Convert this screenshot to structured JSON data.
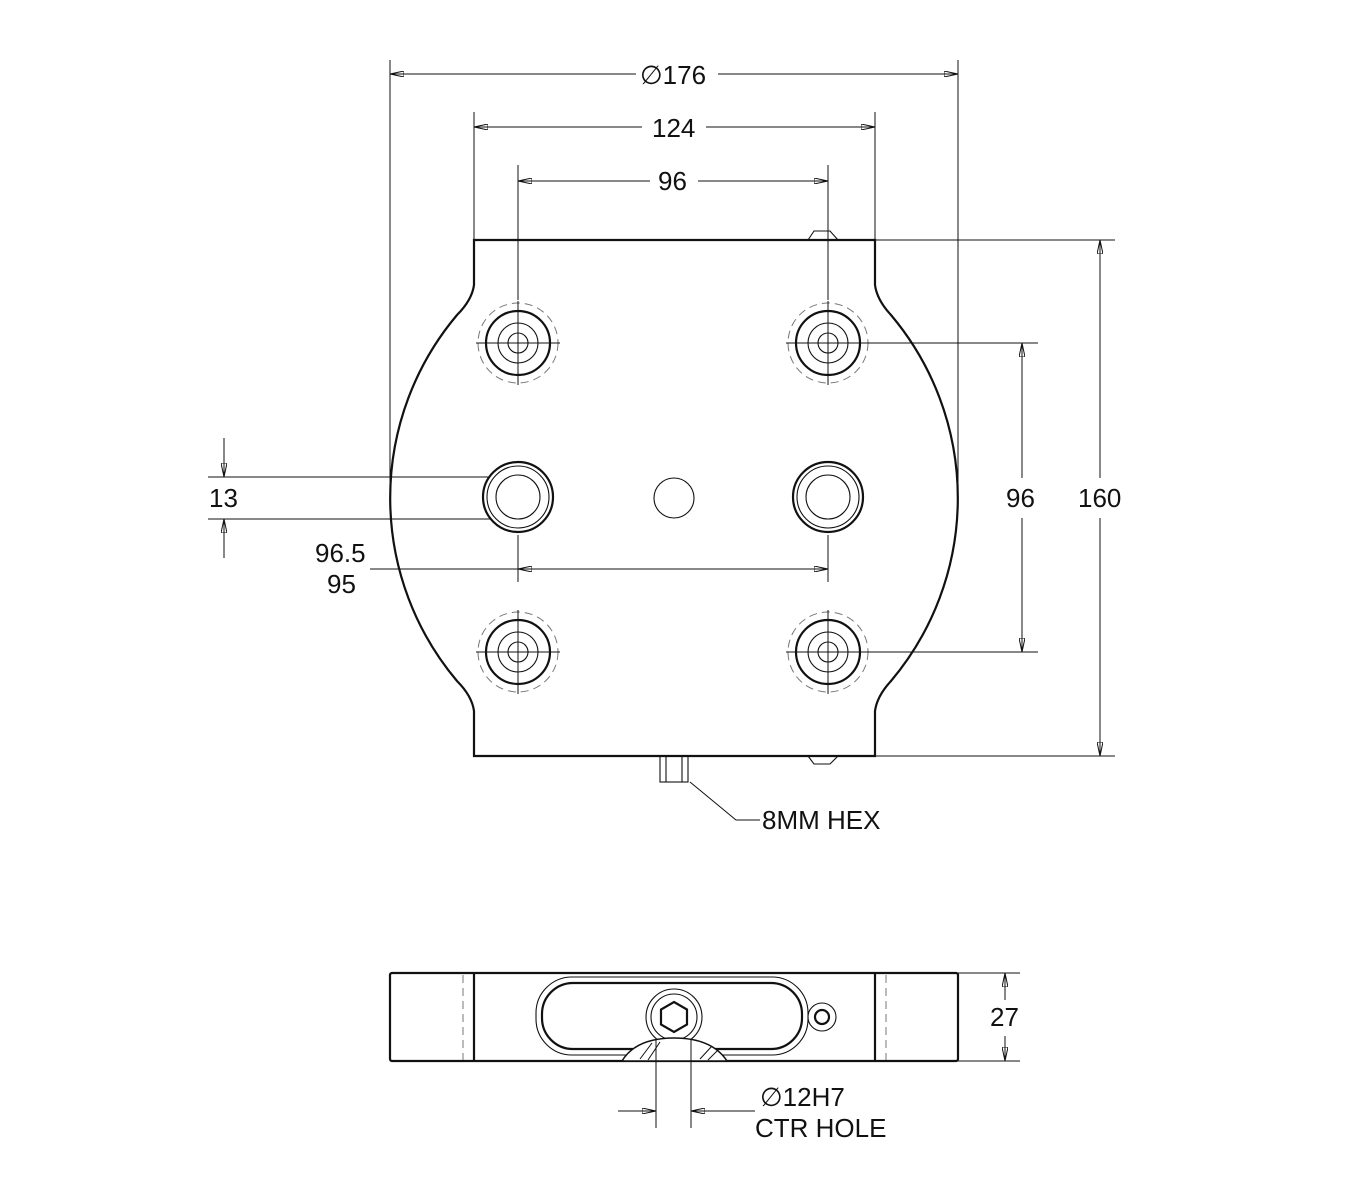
{
  "title": "Mounting plate drawing",
  "dimensions": {
    "outer_diameter": "∅176",
    "width_124": "124",
    "hole_spacing_x": "96",
    "hole_spacing_y": "96",
    "height": "160",
    "offset_13": "13",
    "spacing_a": "96.5",
    "spacing_b": "95",
    "thickness": "27"
  },
  "callouts": {
    "hex": "8MM HEX",
    "ctr_hole_dia": "∅12H7",
    "ctr_hole_label": "CTR HOLE"
  }
}
